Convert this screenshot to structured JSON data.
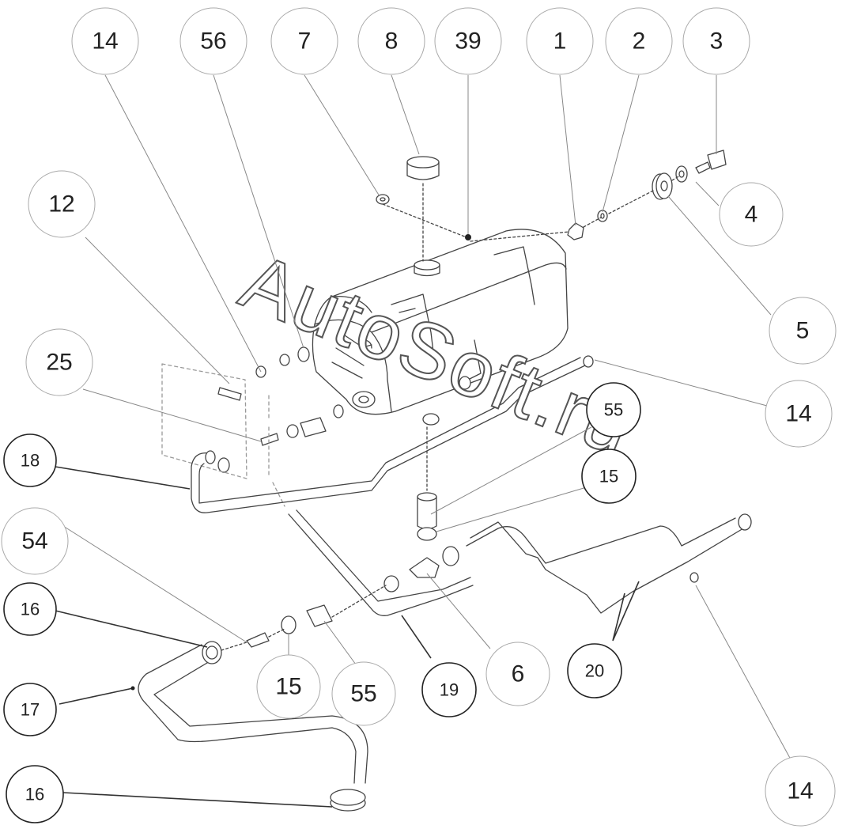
{
  "watermark": "AutoSoft.ru",
  "colors": {
    "line": "#444444",
    "light": "#999999",
    "text": "#222222"
  },
  "callouts": [
    {
      "label": "14"
    },
    {
      "label": "56"
    },
    {
      "label": "7"
    },
    {
      "label": "8"
    },
    {
      "label": "39"
    },
    {
      "label": "1"
    },
    {
      "label": "2"
    },
    {
      "label": "3"
    },
    {
      "label": "4"
    },
    {
      "label": "5"
    },
    {
      "label": "12"
    },
    {
      "label": "25"
    },
    {
      "label": "14"
    },
    {
      "label": "55"
    },
    {
      "label": "15"
    },
    {
      "label": "18"
    },
    {
      "label": "54"
    },
    {
      "label": "16"
    },
    {
      "label": "17"
    },
    {
      "label": "15"
    },
    {
      "label": "55"
    },
    {
      "label": "19"
    },
    {
      "label": "6"
    },
    {
      "label": "20"
    },
    {
      "label": "14"
    },
    {
      "label": "16"
    }
  ]
}
